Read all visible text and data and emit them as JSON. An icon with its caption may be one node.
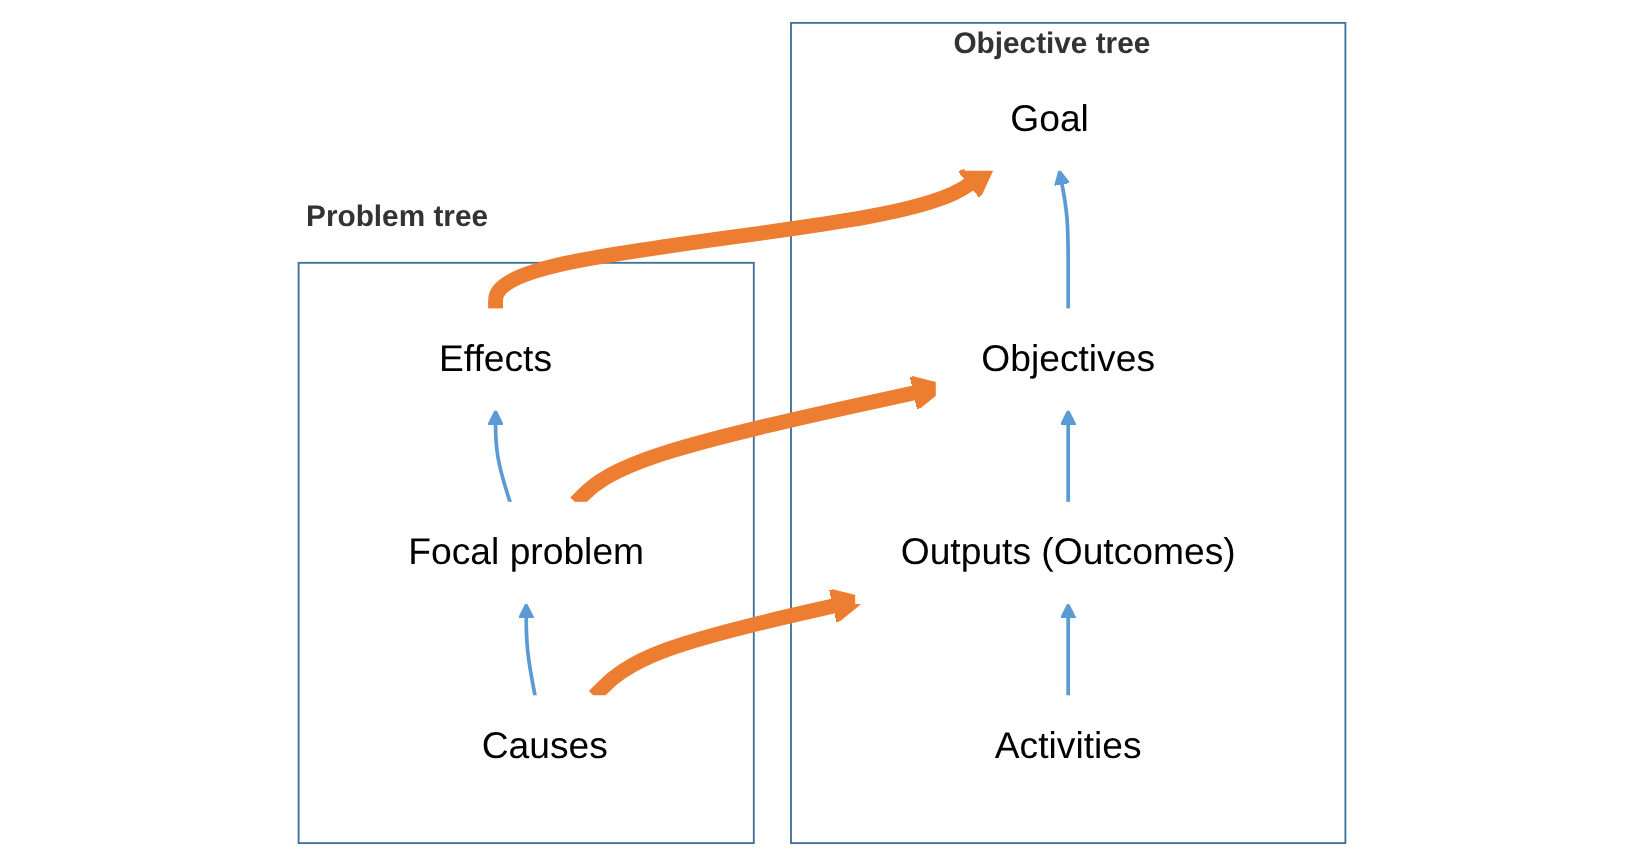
{
  "diagram": {
    "nodes": [
      {
        "text": [
          "Problem tree"
        ]
      },
      {
        "text": [
          "Effects"
        ],
        "in": 0
      },
      {
        "text": [
          "Focal problem"
        ],
        "in": 0
      },
      {
        "text": [
          "Causes"
        ],
        "in": 0
      },
      {
        "text": [
          "Objective tree"
        ]
      },
      {
        "text": [
          "Goal"
        ],
        "in": 4
      },
      {
        "text": [
          "Objectives"
        ],
        "in": 4
      },
      {
        "text": [
          "Outputs (Outcomes)"
        ],
        "in": 4
      },
      {
        "text": [
          "Activities"
        ],
        "in": 4
      }
    ],
    "edges": [
      {
        "from": 2,
        "to": 1,
        "arrow": "to"
      },
      {
        "from": 3,
        "to": 2,
        "arrow": "to"
      },
      {
        "from": 1,
        "to": 5,
        "arrow": "to",
        "style": "thick",
        "color": "#ed7d31"
      },
      {
        "from": 2,
        "to": 6,
        "arrow": "to",
        "style": "thick",
        "color": "#ed7d31"
      },
      {
        "from": 3,
        "to": 7,
        "arrow": "to",
        "style": "thick",
        "color": "#ed7d31"
      },
      {
        "from": 8,
        "to": 7,
        "arrow": "to"
      },
      {
        "from": 7,
        "to": 6,
        "arrow": "to"
      },
      {
        "from": 6,
        "to": 5,
        "arrow": "to"
      }
    ]
  }
}
